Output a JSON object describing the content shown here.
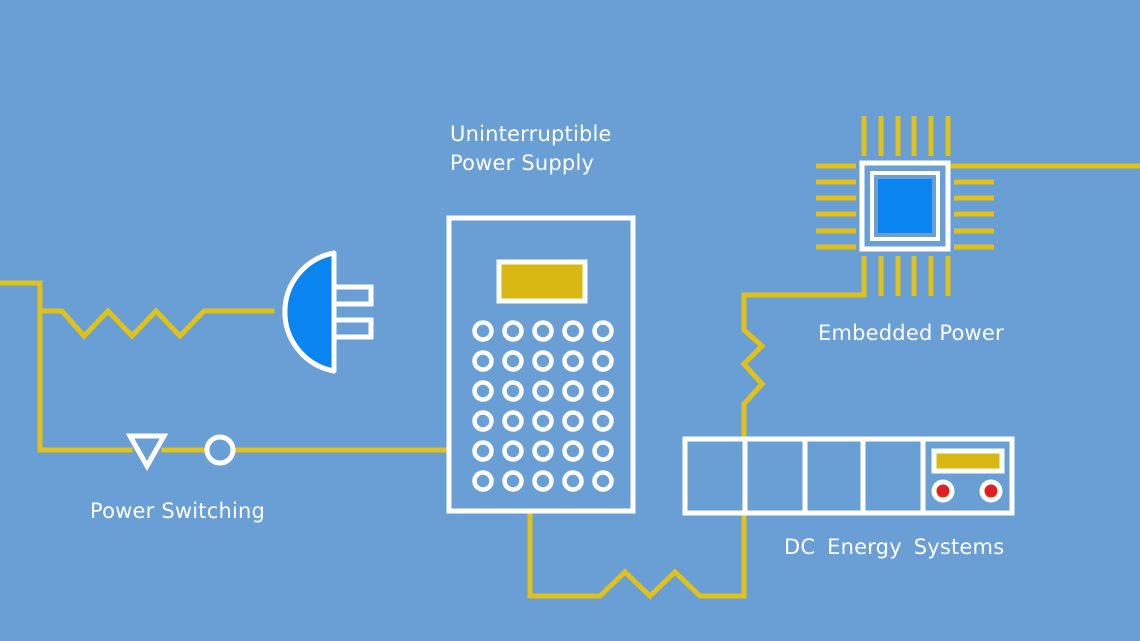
{
  "labels": {
    "ups_line1": "Uninterruptible",
    "ups_line2": "Power Supply",
    "embedded": "Embedded Power",
    "switching": "Power Switching",
    "dc": "DC  Energy Systems"
  },
  "colors": {
    "background": "#6a9fd5",
    "wire": "#e0c21a",
    "outline": "#ffffff",
    "accent_blue": "#0a84f0",
    "screen": "#d9b814",
    "indicator": "#e02020"
  },
  "icons": [
    "plug-icon",
    "chip-icon",
    "ups-device-icon",
    "dc-rack-icon",
    "diode-icon",
    "switch-node-icon",
    "resistor-icon"
  ]
}
